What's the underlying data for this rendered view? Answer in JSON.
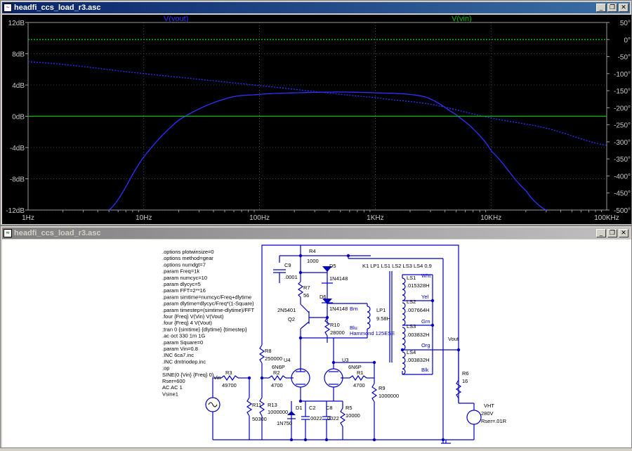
{
  "plot_window": {
    "title": "headfi_ccs_load_r3.asc",
    "trace1": "V(vout)",
    "trace2": "V(vin)",
    "ylabels_left": [
      "12dB",
      "8dB",
      "4dB",
      "0dB",
      "-4dB",
      "-8dB",
      "-12dB"
    ],
    "ylabels_right": [
      "50°",
      "0°",
      "-50°",
      "-100°",
      "-150°",
      "-200°",
      "-250°",
      "-300°",
      "-350°",
      "-400°",
      "-450°",
      "-500°"
    ],
    "xlabels": [
      "1Hz",
      "10Hz",
      "100Hz",
      "1KHz",
      "10KHz",
      "100KHz"
    ],
    "buttons": {
      "minimize": "_",
      "restore": "❐",
      "close": "✕"
    },
    "colors": {
      "vout": "#3030ff",
      "vin": "#00c000",
      "grid": "#808080"
    }
  },
  "chart_data": {
    "type": "line",
    "xscale": "log",
    "xlim": [
      1,
      100000
    ],
    "ylim": [
      -12,
      12
    ],
    "y2lim": [
      -500,
      50
    ],
    "series": [
      {
        "name": "V(vout)",
        "axis": "magnitude_dB",
        "x": [
          5,
          10,
          20,
          50,
          100,
          200,
          500,
          1000,
          2000,
          3000,
          5000,
          7000,
          10000,
          20000,
          30000
        ],
        "y": [
          -12,
          -5.2,
          -0.5,
          2.2,
          2.8,
          3.0,
          3.1,
          3.0,
          2.8,
          2.2,
          0.2,
          -1.6,
          -4.4,
          -9.5,
          -12
        ]
      },
      {
        "name": "V(vout)",
        "axis": "phase_deg",
        "x": [
          1,
          10,
          100,
          1000,
          3000,
          10000,
          30000,
          100000
        ],
        "y": [
          -65,
          -100,
          -135,
          -170,
          -190,
          -230,
          -260,
          -310
        ]
      },
      {
        "name": "V(vin)",
        "axis": "magnitude_dB",
        "x": [
          1,
          100000
        ],
        "y": [
          0,
          0
        ]
      },
      {
        "name": "V(vin)",
        "axis": "phase_deg",
        "x": [
          1,
          100000
        ],
        "y": [
          0,
          0
        ]
      }
    ]
  },
  "schematic_window": {
    "title": "headfi_ccs_load_r3.asc",
    "buttons": {
      "minimize": "_",
      "restore": "❐",
      "close": "✕"
    },
    "directives": [
      ".options plotwinsize=0",
      ".options method=gear",
      ".options numdgt=7",
      ".param Freq=1k",
      ".param numcyc=10",
      ".param dlycyc=5",
      ".param FFT=2**16",
      ".param simtime=numcyc/Freq+dlytime",
      ".param dlytime=dlycyc/Freq*(1-Square)",
      ".param timestep=(simtime-dlytime)/FFT",
      ".four {Freq}  V(Vin) V(Vout)",
      ".four {Freq} 4 V(Vout)",
      ";tran 0 {simtime} {dlytime} {timestep}",
      ".ac oct 330 1m 1G",
      ".param Square=0",
      ".param Vin=0.8",
      ".INC 6ca7.inc",
      ".INC dmtriodep.inc",
      ";op",
      "SINE(0 {Vin} {Freq} 0)",
      "Rser=600",
      "AC AC 1",
      "Vsine1"
    ],
    "labels": {
      "r4": "R4",
      "r4v": "1000",
      "c9": "C9",
      "c9v": ".0001",
      "d5": "D5",
      "d5v": "1N4148",
      "r7": "R7",
      "r7v": "56",
      "d6": "D6",
      "d6v": "1N4148",
      "q2t": "2N5401",
      "q2": "Q2",
      "r10": "R10",
      "r10v": "28000",
      "k1": "K1 LP1 LS1 LS2 LS3 LS4 0.9",
      "brn": "Brn",
      "blu": "Blu",
      "lp1": "LP1",
      "lp1v": "9.58H",
      "hammond": "Hammond 125ESE",
      "wht": "Wht",
      "ls1": "LS1",
      "ls1v": ".015328H",
      "yel": "Yel",
      "ls2": "LS2",
      "ls2v": ".007664H",
      "grn": "Grn",
      "ls3": "LS3",
      "ls3v": ".003832H",
      "vout": "Vout",
      "org": "Org",
      "ls4": "LS4",
      "ls4v": ".003832H",
      "blk": "Blk",
      "r8": "R8",
      "r8v": "250000",
      "u4": "U4",
      "u3": "U3",
      "u4t": "6N6P",
      "u3t": "6N6P",
      "r2": "R2",
      "r2v": "4700",
      "r1": "R1",
      "r1v": "4700",
      "r9": "R9",
      "r9v": "1000000",
      "r3": "R3",
      "r3v": "49700",
      "vin": "Vin",
      "r11": "R11",
      "r11v": "50300",
      "r13": "R13",
      "r13v": "1000000",
      "d1": "D1",
      "d1v": "1N750",
      "c2": "C2",
      "c2v": ".0022",
      "c8": "C8",
      "c8v": ".0022",
      "r5": "R5",
      "r5v": "10000",
      "r6": "R6",
      "r6v": "16",
      "vht": "VHT",
      "vhtv": "280V",
      "vhtr": "Rser=.01R"
    },
    "colors": {
      "wire": "#0000c0",
      "text": "#000000",
      "net": "#0000c0"
    }
  }
}
